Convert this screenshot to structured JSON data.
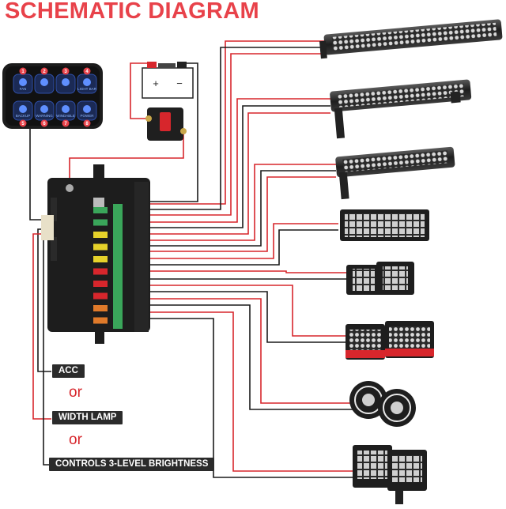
{
  "title": "SCHEMATIC DIAGRAM",
  "battery": {
    "plus": "+",
    "minus": "−"
  },
  "switch_panel": {
    "buttons": [
      {
        "number": "1",
        "label": "FAN"
      },
      {
        "number": "2",
        "label": ""
      },
      {
        "number": "3",
        "label": ""
      },
      {
        "number": "4",
        "label": "LIGHT BAR"
      },
      {
        "number": "5",
        "label": "BACKUP"
      },
      {
        "number": "6",
        "label": "WARNING"
      },
      {
        "number": "7",
        "label": "WINDABLE"
      },
      {
        "number": "8",
        "label": "POWER"
      }
    ]
  },
  "control_tags": {
    "acc": "ACC",
    "or_1": "or",
    "width_lamp": "WIDTH LAMP",
    "or_2": "or",
    "brightness": "CONTROLS 3-LEVEL BRIGHTNESS"
  },
  "colors": {
    "title": "#e8424a",
    "wire_red": "#d7262c",
    "wire_dark": "#1a1a1a",
    "panel_led": "#e8424a"
  }
}
